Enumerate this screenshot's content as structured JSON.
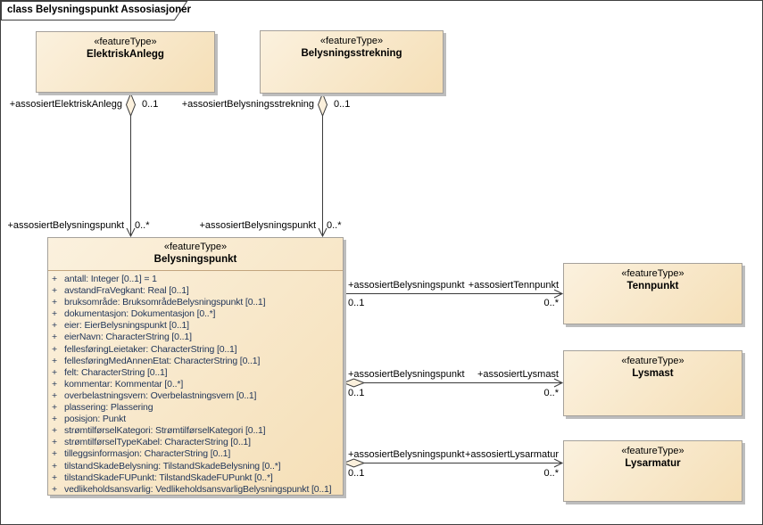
{
  "frame": {
    "title": "class Belysningspunkt Assosiasjoner"
  },
  "classes": {
    "elektrisk_anlegg": {
      "stereotype": "«featureType»",
      "name": "ElektriskAnlegg"
    },
    "belysningsstrekning": {
      "stereotype": "«featureType»",
      "name": "Belysningsstrekning"
    },
    "tennpunkt": {
      "stereotype": "«featureType»",
      "name": "Tennpunkt"
    },
    "lysmast": {
      "stereotype": "«featureType»",
      "name": "Lysmast"
    },
    "lysarmatur": {
      "stereotype": "«featureType»",
      "name": "Lysarmatur"
    },
    "belysningspunkt": {
      "stereotype": "«featureType»",
      "name": "Belysningspunkt",
      "attributes": [
        {
          "visibility": "+",
          "signature": "antall: Integer [0..1] = 1"
        },
        {
          "visibility": "+",
          "signature": "avstandFraVegkant: Real [0..1]"
        },
        {
          "visibility": "+",
          "signature": "bruksområde: BruksområdeBelysningspunkt [0..1]"
        },
        {
          "visibility": "+",
          "signature": "dokumentasjon: Dokumentasjon [0..*]"
        },
        {
          "visibility": "+",
          "signature": "eier: EierBelysningspunkt [0..1]"
        },
        {
          "visibility": "+",
          "signature": "eierNavn: CharacterString [0..1]"
        },
        {
          "visibility": "+",
          "signature": "fellesføringLeietaker: CharacterString [0..1]"
        },
        {
          "visibility": "+",
          "signature": "fellesføringMedAnnenEtat: CharacterString [0..1]"
        },
        {
          "visibility": "+",
          "signature": "felt: CharacterString [0..1]"
        },
        {
          "visibility": "+",
          "signature": "kommentar: Kommentar [0..*]"
        },
        {
          "visibility": "+",
          "signature": "overbelastningsvern: Overbelastningsvern [0..1]"
        },
        {
          "visibility": "+",
          "signature": "plassering: Plassering"
        },
        {
          "visibility": "+",
          "signature": "posisjon: Punkt"
        },
        {
          "visibility": "+",
          "signature": "strømtilførselKategori: StrømtilførselKategori [0..1]"
        },
        {
          "visibility": "+",
          "signature": "strømtilførselTypeKabel: CharacterString [0..1]"
        },
        {
          "visibility": "+",
          "signature": "tilleggsinformasjon: CharacterString [0..1]"
        },
        {
          "visibility": "+",
          "signature": "tilstandSkadeBelysning: TilstandSkadeBelysning [0..*]"
        },
        {
          "visibility": "+",
          "signature": "tilstandSkadeFUPunkt: TilstandSkadeFUPunkt [0..*]"
        },
        {
          "visibility": "+",
          "signature": "vedlikeholdsansvarlig: VedlikeholdsansvarligBelysningspunkt [0..1]"
        }
      ]
    }
  },
  "associations": {
    "elektrisk_anlegg": {
      "role_parent": "+assosiertElektriskAnlegg",
      "mult_parent": "0..1",
      "role_child": "+assosiertBelysningspunkt",
      "mult_child": "0..*"
    },
    "belysningsstrekning": {
      "role_parent": "+assosiertBelysningsstrekning",
      "mult_parent": "0..1",
      "role_child": "+assosiertBelysningspunkt",
      "mult_child": "0..*"
    },
    "tennpunkt": {
      "role_source": "+assosiertBelysningspunkt",
      "mult_source": "0..1",
      "role_target": "+assosiertTennpunkt",
      "mult_target": "0..*"
    },
    "lysmast": {
      "role_source": "+assosiertBelysningspunkt",
      "mult_source": "0..1",
      "role_target": "+assosiertLysmast",
      "mult_target": "0..*"
    },
    "lysarmatur": {
      "role_source": "+assosiertBelysningspunkt",
      "mult_source": "0..1",
      "role_target": "+assosiertLysarmatur",
      "mult_target": "0..*"
    }
  },
  "colors": {
    "class_fill_top": "#FBF1DE",
    "class_fill_bottom": "#F5DFB7",
    "class_border": "#A5A19B",
    "shadow": "#BDBDBD",
    "attribute_text": "#1F3458",
    "line": "#3A3A3A",
    "frame_border": "#3F3F3F",
    "diamond_fill": "#FBF0DC"
  }
}
